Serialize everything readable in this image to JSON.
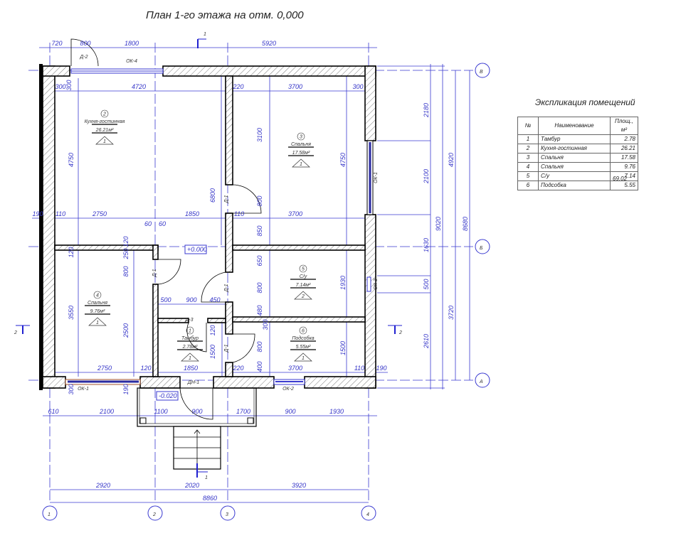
{
  "title": "План 1-го этажа на отм. 0,000",
  "section_marks": {
    "s1": "1",
    "s2": "2"
  },
  "axes": {
    "columns": [
      "1",
      "2",
      "3",
      "4"
    ],
    "rows": [
      "А",
      "Б",
      "В"
    ]
  },
  "rooms": [
    {
      "num": "1",
      "name": "Тамбур",
      "area": "2.78м²",
      "mark": "1"
    },
    {
      "num": "2",
      "name": "Кухня-гостинная",
      "area": "26.21м²",
      "mark": "1"
    },
    {
      "num": "3",
      "name": "Спальня",
      "area": "17.58м²",
      "mark": "1"
    },
    {
      "num": "4",
      "name": "Спальня",
      "area": "9.76м²",
      "mark": "1"
    },
    {
      "num": "5",
      "name": "С/у",
      "area": "7.14м²",
      "mark": "2"
    },
    {
      "num": "6",
      "name": "Подсобка",
      "area": "5.55м²",
      "mark": "1"
    }
  ],
  "openings": {
    "d2": "Д-2",
    "ok4": "ОК-4",
    "d1": "Д-1",
    "d3": "Д-3",
    "dn1": "ДН-1",
    "ok1": "ОК-1",
    "ok2": "ОК-2",
    "ok3": "ОК-3"
  },
  "levels": {
    "floor": "+0.000",
    "porch": "-0.020"
  },
  "dimensions": {
    "top": [
      "720",
      "800",
      "1800",
      "5920"
    ],
    "row1": [
      "300",
      "4720",
      "220",
      "3700",
      "300"
    ],
    "row2": [
      "190",
      "110",
      "2750",
      "1850",
      "110",
      "3700",
      "60",
      "60"
    ],
    "row3": [
      "500",
      "900",
      "450"
    ],
    "row4": [
      "2750",
      "120",
      "1850",
      "220",
      "3700",
      "110",
      "190"
    ],
    "row5": [
      "610",
      "2100",
      "1100",
      "900",
      "1700",
      "900",
      "1930"
    ],
    "row6": [
      "2920",
      "2020",
      "3920"
    ],
    "total": "8860",
    "vertical": [
      "300",
      "4750",
      "6800",
      "3100",
      "800",
      "850",
      "4750",
      "120",
      "3550",
      "120",
      "250",
      "800",
      "2500",
      "650",
      "800",
      "480",
      "300",
      "800",
      "400",
      "1930",
      "1500",
      "120",
      "1500",
      "300",
      "190"
    ],
    "right": [
      "2180",
      "2100",
      "1630",
      "500",
      "2610",
      "9020",
      "4920",
      "3720",
      "8680"
    ]
  },
  "explication": {
    "title": "Экспликация помещений",
    "headers": [
      "№",
      "Наименование",
      "Площ., м²"
    ],
    "rows": [
      [
        "1",
        "Тамбур",
        "2.78"
      ],
      [
        "2",
        "Кухня-гостинная",
        "26.21"
      ],
      [
        "3",
        "Спальня",
        "17.58"
      ],
      [
        "4",
        "Спальня",
        "9.76"
      ],
      [
        "5",
        "С/у",
        "7.14"
      ],
      [
        "6",
        "Подсобка",
        "5.55"
      ]
    ],
    "total": "69.02"
  }
}
